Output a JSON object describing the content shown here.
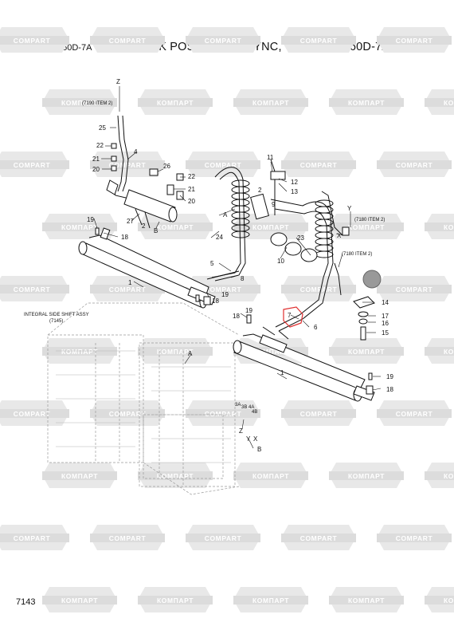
{
  "header": {
    "model": "110/130/160D-7A",
    "title": "FORK POSI PIPING(SYNC, VS-MAST, 160D-7A)"
  },
  "page_number": "7143",
  "watermark": {
    "text_latin": "COMPART",
    "text_cyrillic": "КОМПАРТ"
  },
  "labels": {
    "z_top": "Z",
    "ref_7190": "(7190 ITEM 2)",
    "ref_7180_a": "(7180 ITEM 2)",
    "ref_7180_b": "(7180 ITEM 2)",
    "y_ref": "Y",
    "x_ref": "X",
    "a_ref": "A",
    "b_ref": "B",
    "a_ref2": "A",
    "b_ref2": "B",
    "z_ref2": "Z",
    "y_ref2": "Y",
    "x_ref2": "X",
    "note_3a": "3A",
    "note_3b": "3B  4A",
    "note_4b": "4B",
    "assy_line1": "INTEGRAL SIDE SHIFT ASSY",
    "assy_line2": "(7145)",
    "p1a": "1",
    "p1b": "1",
    "p2": "2",
    "p4": "4",
    "p5": "5",
    "p6": "6",
    "p7": "7",
    "p8": "8",
    "p9": "9",
    "p10": "10",
    "p11": "11",
    "p12": "12",
    "p13": "13",
    "p14": "14",
    "p15": "15",
    "p16": "16",
    "p17": "17",
    "p18a": "18",
    "p18b": "18",
    "p18c": "18",
    "p18d": "18",
    "p19a": "19",
    "p19b": "19",
    "p19c": "19",
    "p19d": "19",
    "p20a": "20",
    "p20b": "20",
    "p21a": "21",
    "p21b": "21",
    "p22a": "22",
    "p22b": "22",
    "p23": "23",
    "p24": "24",
    "p25": "25",
    "p26": "26",
    "p27": "27"
  }
}
